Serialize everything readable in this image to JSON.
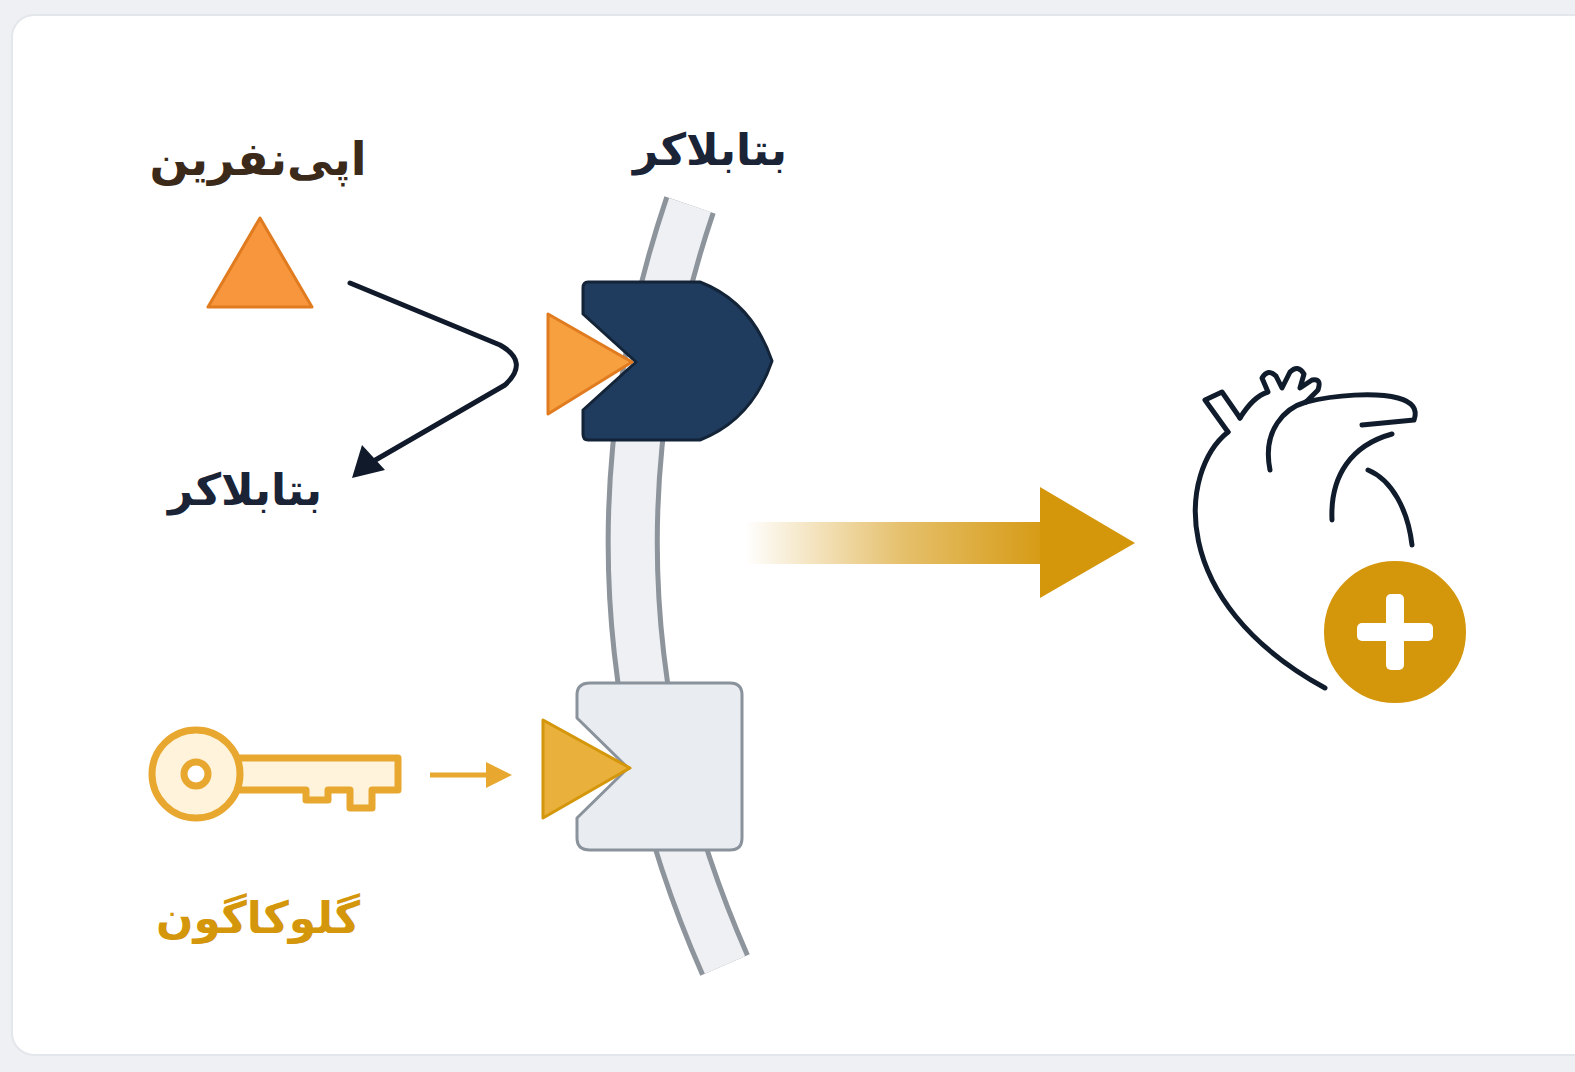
{
  "diagram": {
    "labels": [
      "اپی‌نفرین",
      "بتابلاکر",
      "بتابلاکر",
      "گلوکاگون"
    ]
  }
}
